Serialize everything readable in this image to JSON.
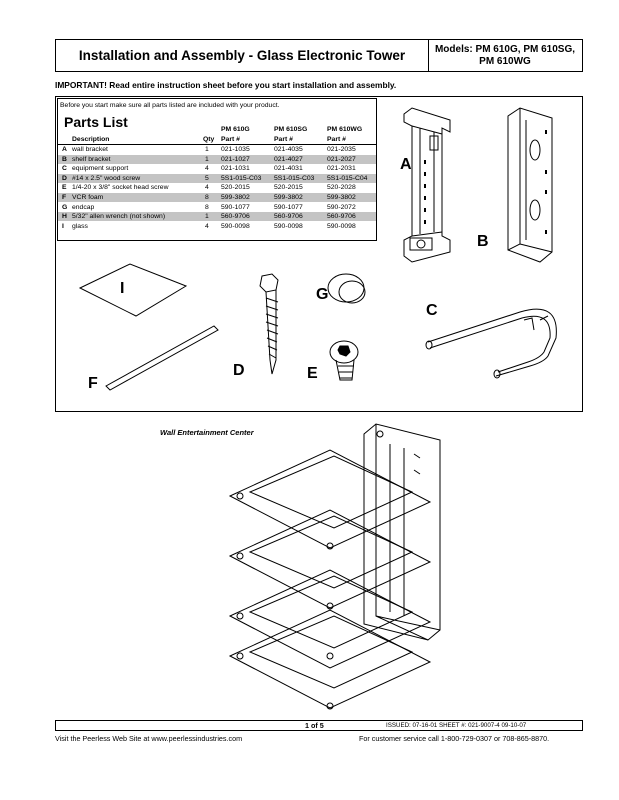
{
  "header": {
    "title": "Installation and Assembly - Glass Electronic Tower",
    "models_line1": "Models: PM 610G, PM 610SG,",
    "models_line2": "PM 610WG"
  },
  "important": "IMPORTANT!  Read entire instruction sheet before you start installation and assembly.",
  "parts": {
    "intro": "Before you start make sure all parts listed are included with your product.",
    "heading": "Parts List",
    "col_desc": "Description",
    "col_qty": "Qty",
    "model1": "PM 610G",
    "model2": "PM 610SG",
    "model3": "PM 610WG",
    "part_label": "Part #",
    "rows": [
      {
        "letter": "A",
        "desc": "wall bracket",
        "qty": "1",
        "p1": "021-1035",
        "p2": "021-4035",
        "p3": "021-2035"
      },
      {
        "letter": "B",
        "desc": "shelf bracket",
        "qty": "1",
        "p1": "021-1027",
        "p2": "021-4027",
        "p3": "021-2027"
      },
      {
        "letter": "C",
        "desc": "equipment support",
        "qty": "4",
        "p1": "021-1031",
        "p2": "021-4031",
        "p3": "021-2031"
      },
      {
        "letter": "D",
        "desc": "#14 x 2.5\" wood screw",
        "qty": "5",
        "p1": "5S1-015-C03",
        "p2": "5S1-015-C03",
        "p3": "5S1-015-C04"
      },
      {
        "letter": "E",
        "desc": "1/4-20 x 3/8\" socket head screw",
        "qty": "4",
        "p1": "520-2015",
        "p2": "520-2015",
        "p3": "520-2028"
      },
      {
        "letter": "F",
        "desc": "VCR foam",
        "qty": "8",
        "p1": "599-3802",
        "p2": "599-3802",
        "p3": "599-3802"
      },
      {
        "letter": "G",
        "desc": "endcap",
        "qty": "8",
        "p1": "590-1077",
        "p2": "590-1077",
        "p3": "590-2072"
      },
      {
        "letter": "H",
        "desc": "5/32\" allen wrench (not shown)",
        "qty": "1",
        "p1": "560-9706",
        "p2": "560-9706",
        "p3": "560-9706"
      },
      {
        "letter": "I",
        "desc": "glass",
        "qty": "4",
        "p1": "590-0098",
        "p2": "590-0098",
        "p3": "590-0098"
      }
    ]
  },
  "labels": {
    "a": "A",
    "b": "B",
    "c": "C",
    "d": "D",
    "e": "E",
    "f": "F",
    "g": "G",
    "i": "I"
  },
  "caption": "Wall Entertainment Center",
  "footer": {
    "page": "1 of 5",
    "issued": "ISSUED: 07-16-01  SHEET #: 021-9007-4  09-10-07",
    "web": "Visit the Peerless Web Site at www.peerlessindustries.com",
    "service": "For customer service call 1-800-729-0307 or 708-865-8870."
  }
}
